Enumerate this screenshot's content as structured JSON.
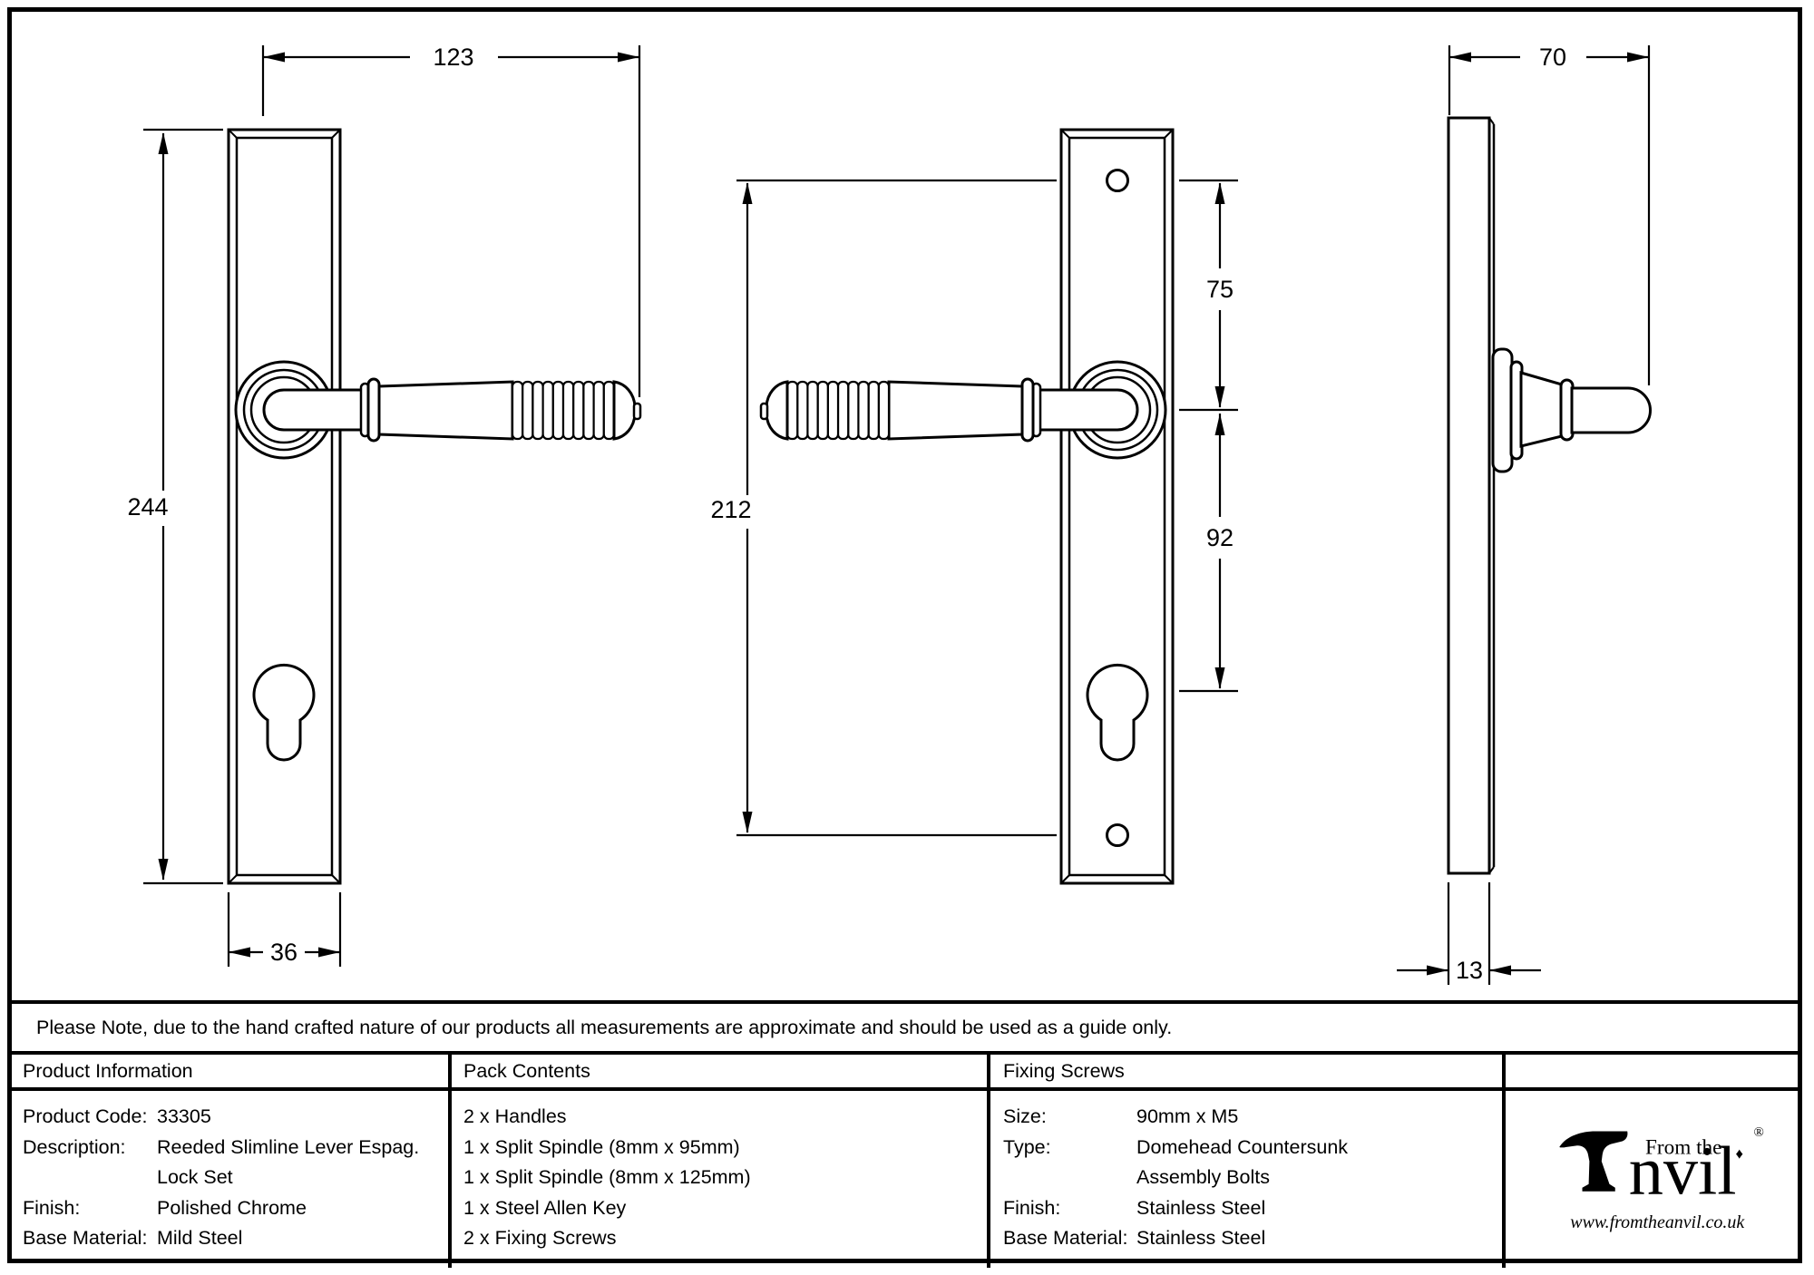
{
  "note": "Please Note, due to the hand crafted nature of our products all measurements are approximate and should be used as a guide only.",
  "dimensions": {
    "lever_length": "123",
    "plate_height": "244",
    "plate_width": "36",
    "screw_centres": "212",
    "handle_to_top_fixing": "75",
    "handle_to_cylinder": "92",
    "projection": "70",
    "plate_depth": "13"
  },
  "table": {
    "product_information": {
      "title": "Product Information",
      "rows": [
        {
          "label": "Product Code:",
          "value": "33305"
        },
        {
          "label": "Description:",
          "value": "Reeded Slimline Lever Espag."
        },
        {
          "label": "",
          "value": "Lock Set"
        },
        {
          "label": "Finish:",
          "value": "Polished Chrome"
        },
        {
          "label": "Base Material:",
          "value": "Mild Steel"
        }
      ]
    },
    "pack_contents": {
      "title": "Pack Contents",
      "items": [
        "2 x Handles",
        "1 x Split Spindle (8mm x 95mm)",
        "1 x Split Spindle (8mm x 125mm)",
        "1 x Steel Allen Key",
        "2 x Fixing Screws"
      ]
    },
    "fixing_screws": {
      "title": "Fixing Screws",
      "rows": [
        {
          "label": "Size:",
          "value": "90mm x M5"
        },
        {
          "label": "Type:",
          "value": "Domehead Countersunk"
        },
        {
          "label": "",
          "value": "Assembly Bolts"
        },
        {
          "label": "Finish:",
          "value": "Stainless Steel"
        },
        {
          "label": "Base Material:",
          "value": "Stainless Steel"
        }
      ]
    },
    "logo": {
      "brand": "Anvil",
      "brand_display_rest": "nvil",
      "from_the": "From the",
      "registered": "®",
      "diamond": "♦",
      "url": "www.fromtheanvil.co.uk"
    }
  },
  "colors": {
    "line": "#000000",
    "background": "#ffffff"
  }
}
